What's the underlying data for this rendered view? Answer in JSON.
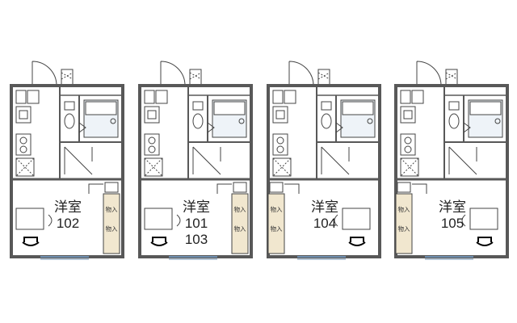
{
  "units": [
    {
      "room_type": "洋室",
      "unit_numbers": [
        "102"
      ],
      "storage_labels": [
        "物入",
        "物入"
      ],
      "storage_side": "right",
      "desk_side": "left",
      "accent_color": "#6f8fb0"
    },
    {
      "room_type": "洋室",
      "unit_numbers": [
        "101",
        "103"
      ],
      "storage_labels": [
        "物入",
        "物入"
      ],
      "storage_side": "right",
      "desk_side": "left",
      "accent_color": "#6f8fb0"
    },
    {
      "room_type": "洋室",
      "unit_numbers": [
        "104"
      ],
      "storage_labels": [
        "物入",
        "物入"
      ],
      "storage_side": "left",
      "desk_side": "right",
      "accent_color": "#6f8fb0"
    },
    {
      "room_type": "洋室",
      "unit_numbers": [
        "105"
      ],
      "storage_labels": [
        "物入",
        "物入"
      ],
      "storage_side": "left",
      "desk_side": "right",
      "accent_color": "#6f8fb0"
    }
  ],
  "colors": {
    "wall": "#585858",
    "storage_fill": "#f1e7cf",
    "line": "#444444",
    "bath_fill": "#eef3f8"
  }
}
